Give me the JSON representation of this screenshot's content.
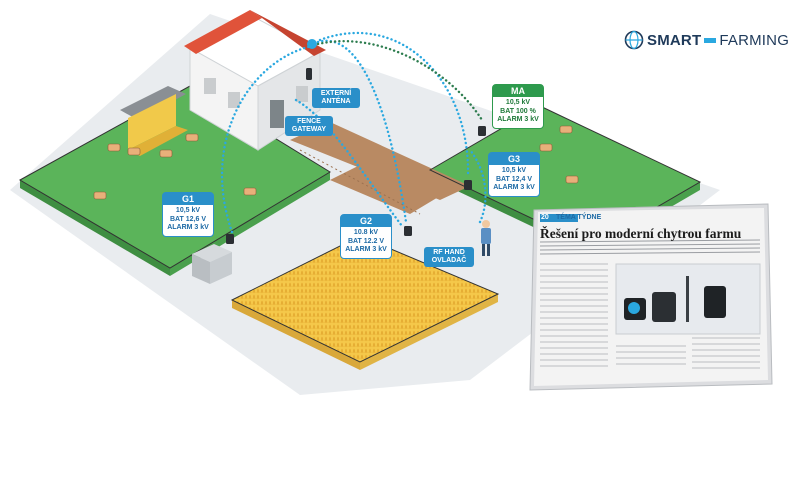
{
  "logo": {
    "smart": "SMART",
    "farming": "FARMING",
    "globe_icon": "globe-icon",
    "colors": {
      "dark": "#1f3a5a",
      "accent": "#2aa8e0"
    }
  },
  "labels": {
    "externi": "EXTERNÍ ANTÉNA",
    "fence": "FENCE GATEWAY",
    "rf": "RF HAND OVLADAČ"
  },
  "stations": {
    "ma": {
      "name": "MA",
      "line1": "10,5 kV",
      "line2": "BAT 100 %",
      "line3": "ALARM 3 kV"
    },
    "g1": {
      "name": "G1",
      "line1": "10,5 kV",
      "line2": "BAT 12,6 V",
      "line3": "ALARM 3 kV"
    },
    "g2": {
      "name": "G2",
      "line1": "10.8 kV",
      "line2": "BAT 12.2 V",
      "line3": "ALARM 3 kV"
    },
    "g3": {
      "name": "G3",
      "line1": "10,5 kV",
      "line2": "BAT 12,4 V",
      "line3": "ALARM 3 kV"
    }
  },
  "newspaper": {
    "section_no": "20",
    "section": "TÉMA TÝDNE",
    "headline": "Řešení pro moderní chytrou farmu"
  },
  "colors": {
    "grass": "#5bb45a",
    "grass_dark": "#3f8e42",
    "wheat": "#f5c84a",
    "path": "#b98a63",
    "ground": "#e9ecef",
    "link": "#2aa8e0",
    "ma_link": "#2e7d4f",
    "roof": "#e0533a"
  }
}
